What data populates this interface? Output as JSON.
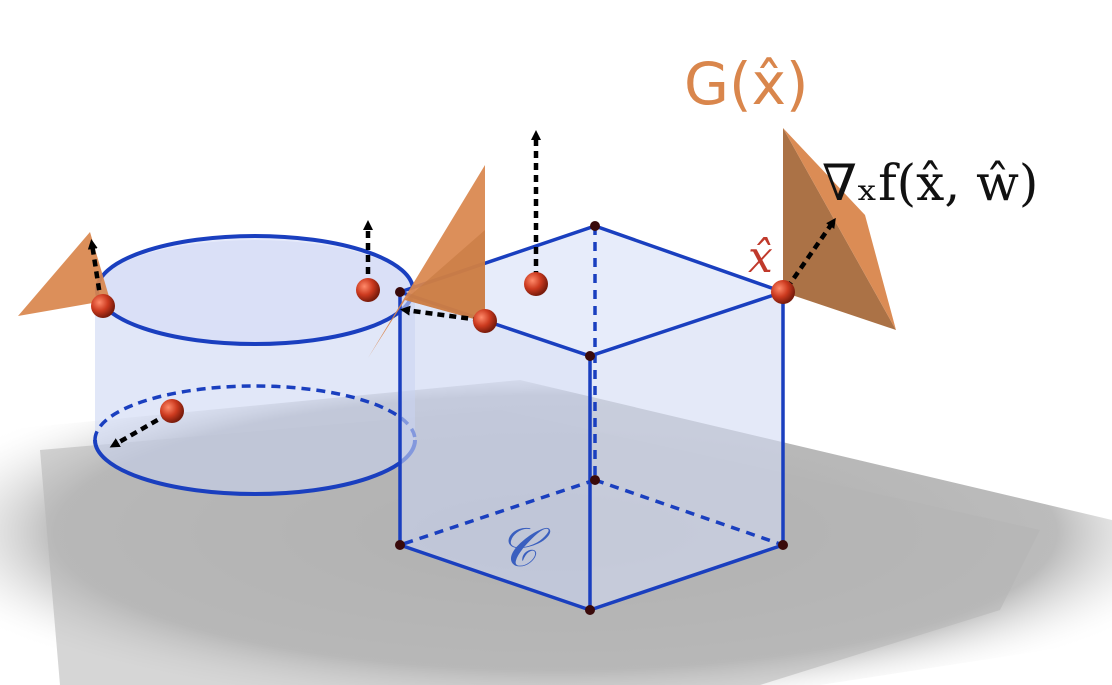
{
  "labels": {
    "normal_cone": "G(x̂)",
    "point": "x̂",
    "gradient": "∇ₓf(x̂, ŵ)",
    "set": "𝒞"
  },
  "colors": {
    "shadow": "#b3b3b3",
    "edge": "#1a3fbf",
    "face_fill": "#c9d3f2",
    "cone_fill": "#d9864c",
    "cone_dark": "#a66a3c",
    "point": "#cc3a1f",
    "label_orange": "#d9864c",
    "label_red": "#c0392b",
    "label_blue": "#3a5fbf",
    "label_black": "#111111"
  }
}
